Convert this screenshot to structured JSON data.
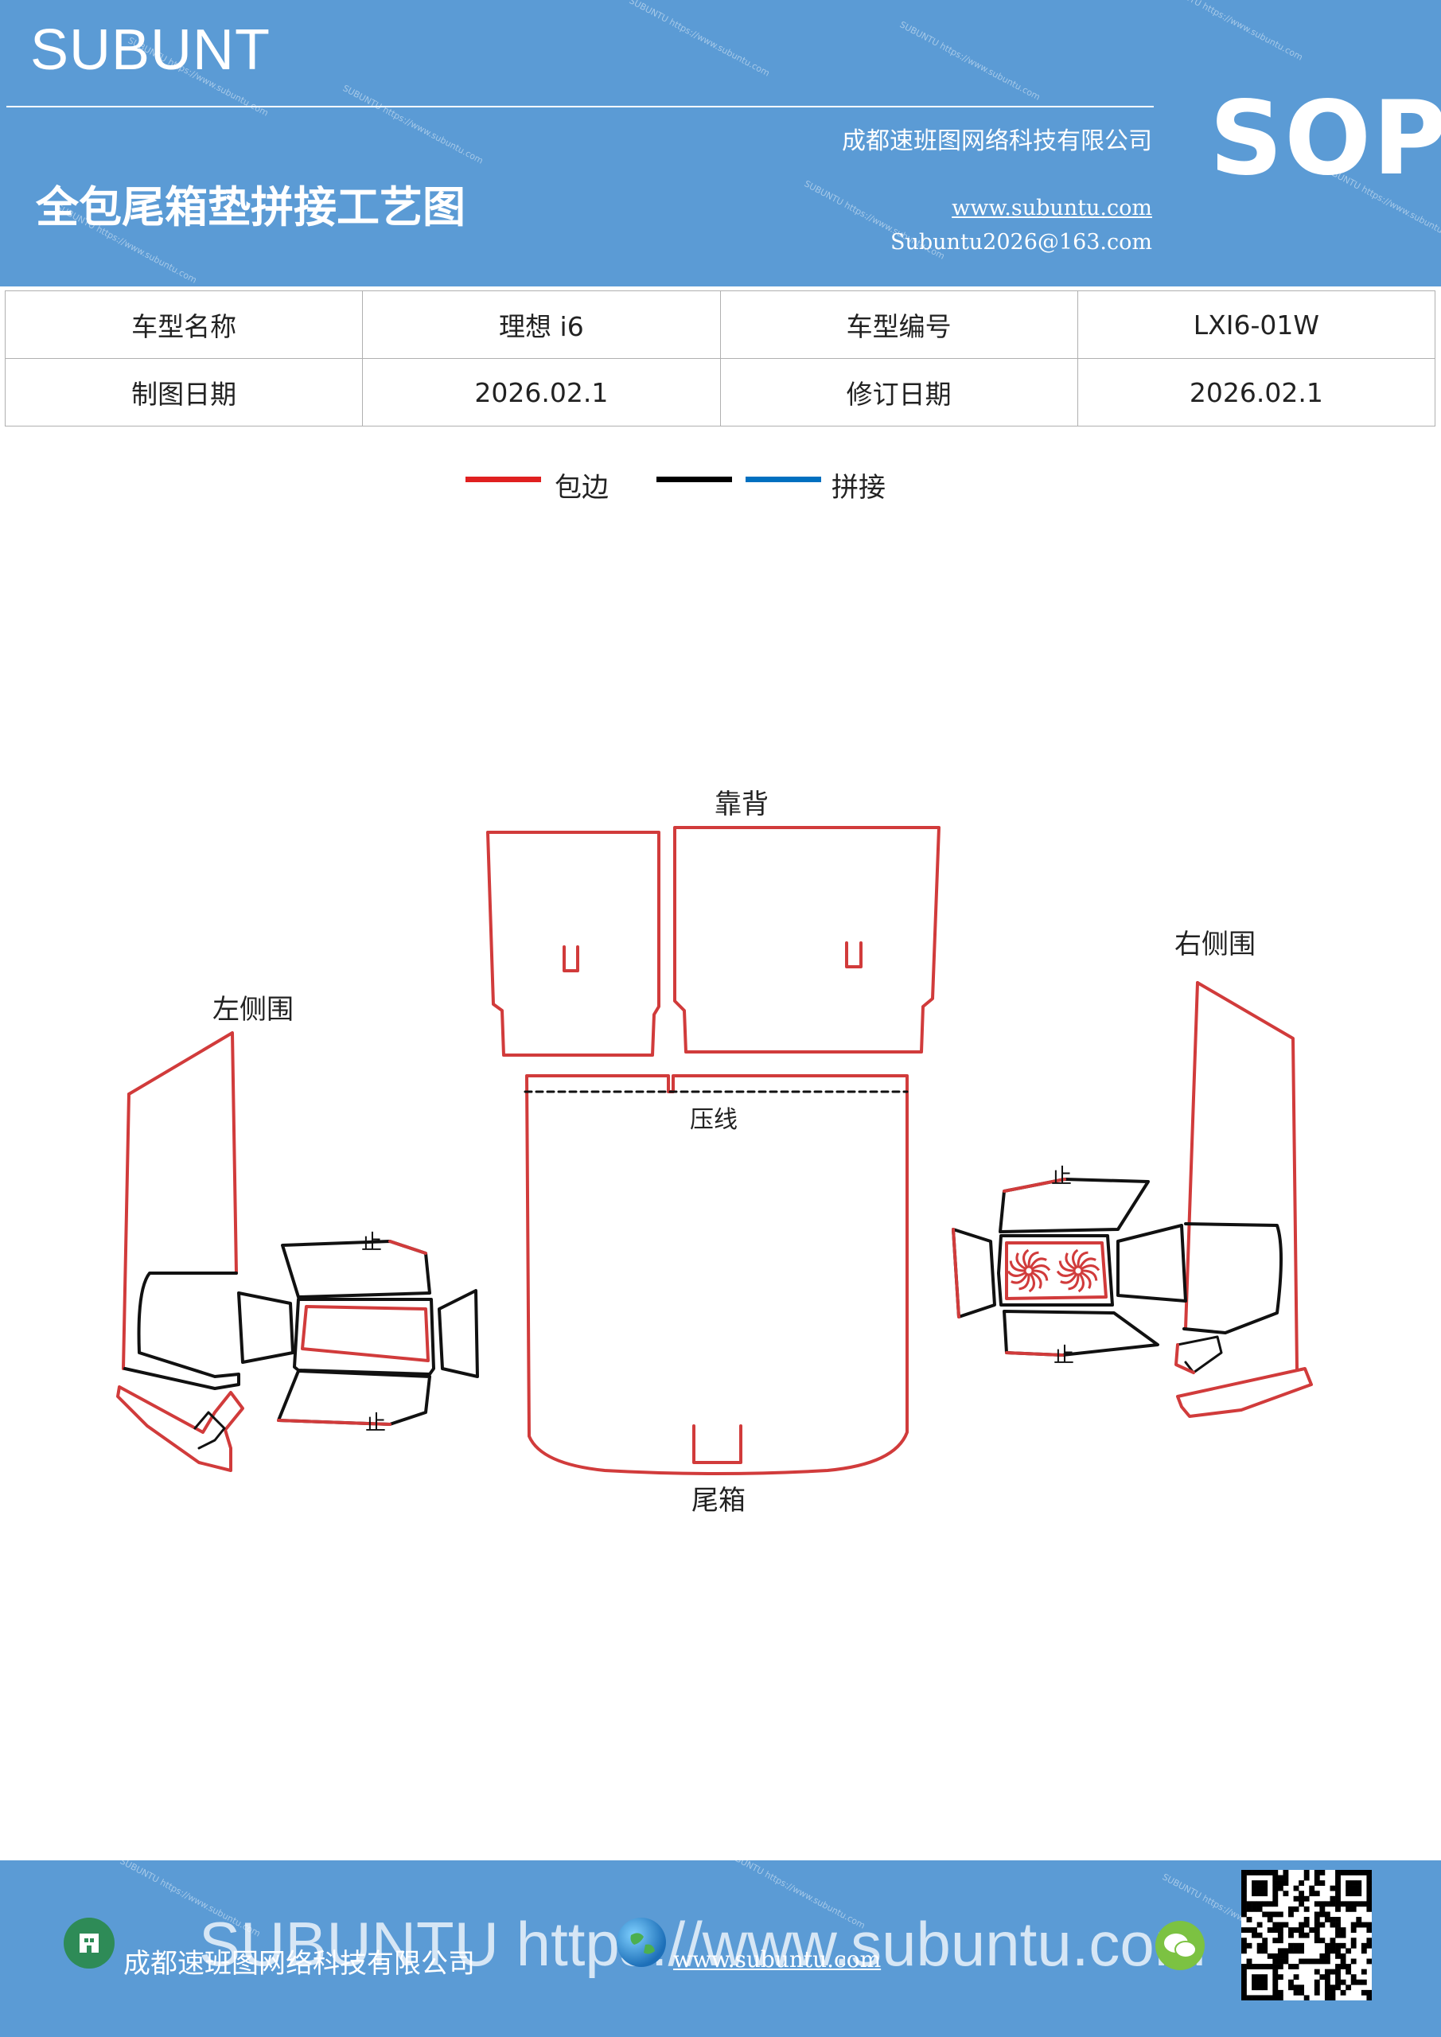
{
  "header": {
    "brand": "SUBUNT",
    "badge": "SOP",
    "company": "成都速班图网络科技有限公司",
    "title": "全包尾箱垫拼接工艺图",
    "website": "www.subuntu.com",
    "email": "Subuntu2026@163.com"
  },
  "info_table": {
    "rows": [
      [
        "车型名称",
        "理想 i6",
        "车型编号",
        "LXI6-01W"
      ],
      [
        "制图日期",
        "2026.02.1",
        "修订日期",
        "2026.02.1"
      ]
    ]
  },
  "legend": {
    "items": [
      {
        "label": "包边",
        "color": "#e02020"
      },
      {
        "label": "",
        "color": "#000000"
      },
      {
        "label": "拼接",
        "color": "#0070c0"
      }
    ]
  },
  "diagram": {
    "labels": {
      "backrest": "靠背",
      "left_side": "左侧围",
      "right_side": "右侧围",
      "press_line": "压线",
      "trunk": "尾箱",
      "stop": "止"
    },
    "colors": {
      "edge": "#d13b3b",
      "line": "#111111"
    }
  },
  "footer": {
    "watermark": "SUBUNTU https://www.subuntu.com",
    "company": "成都速班图网络科技有限公司",
    "website": "www.subuntu.com"
  }
}
